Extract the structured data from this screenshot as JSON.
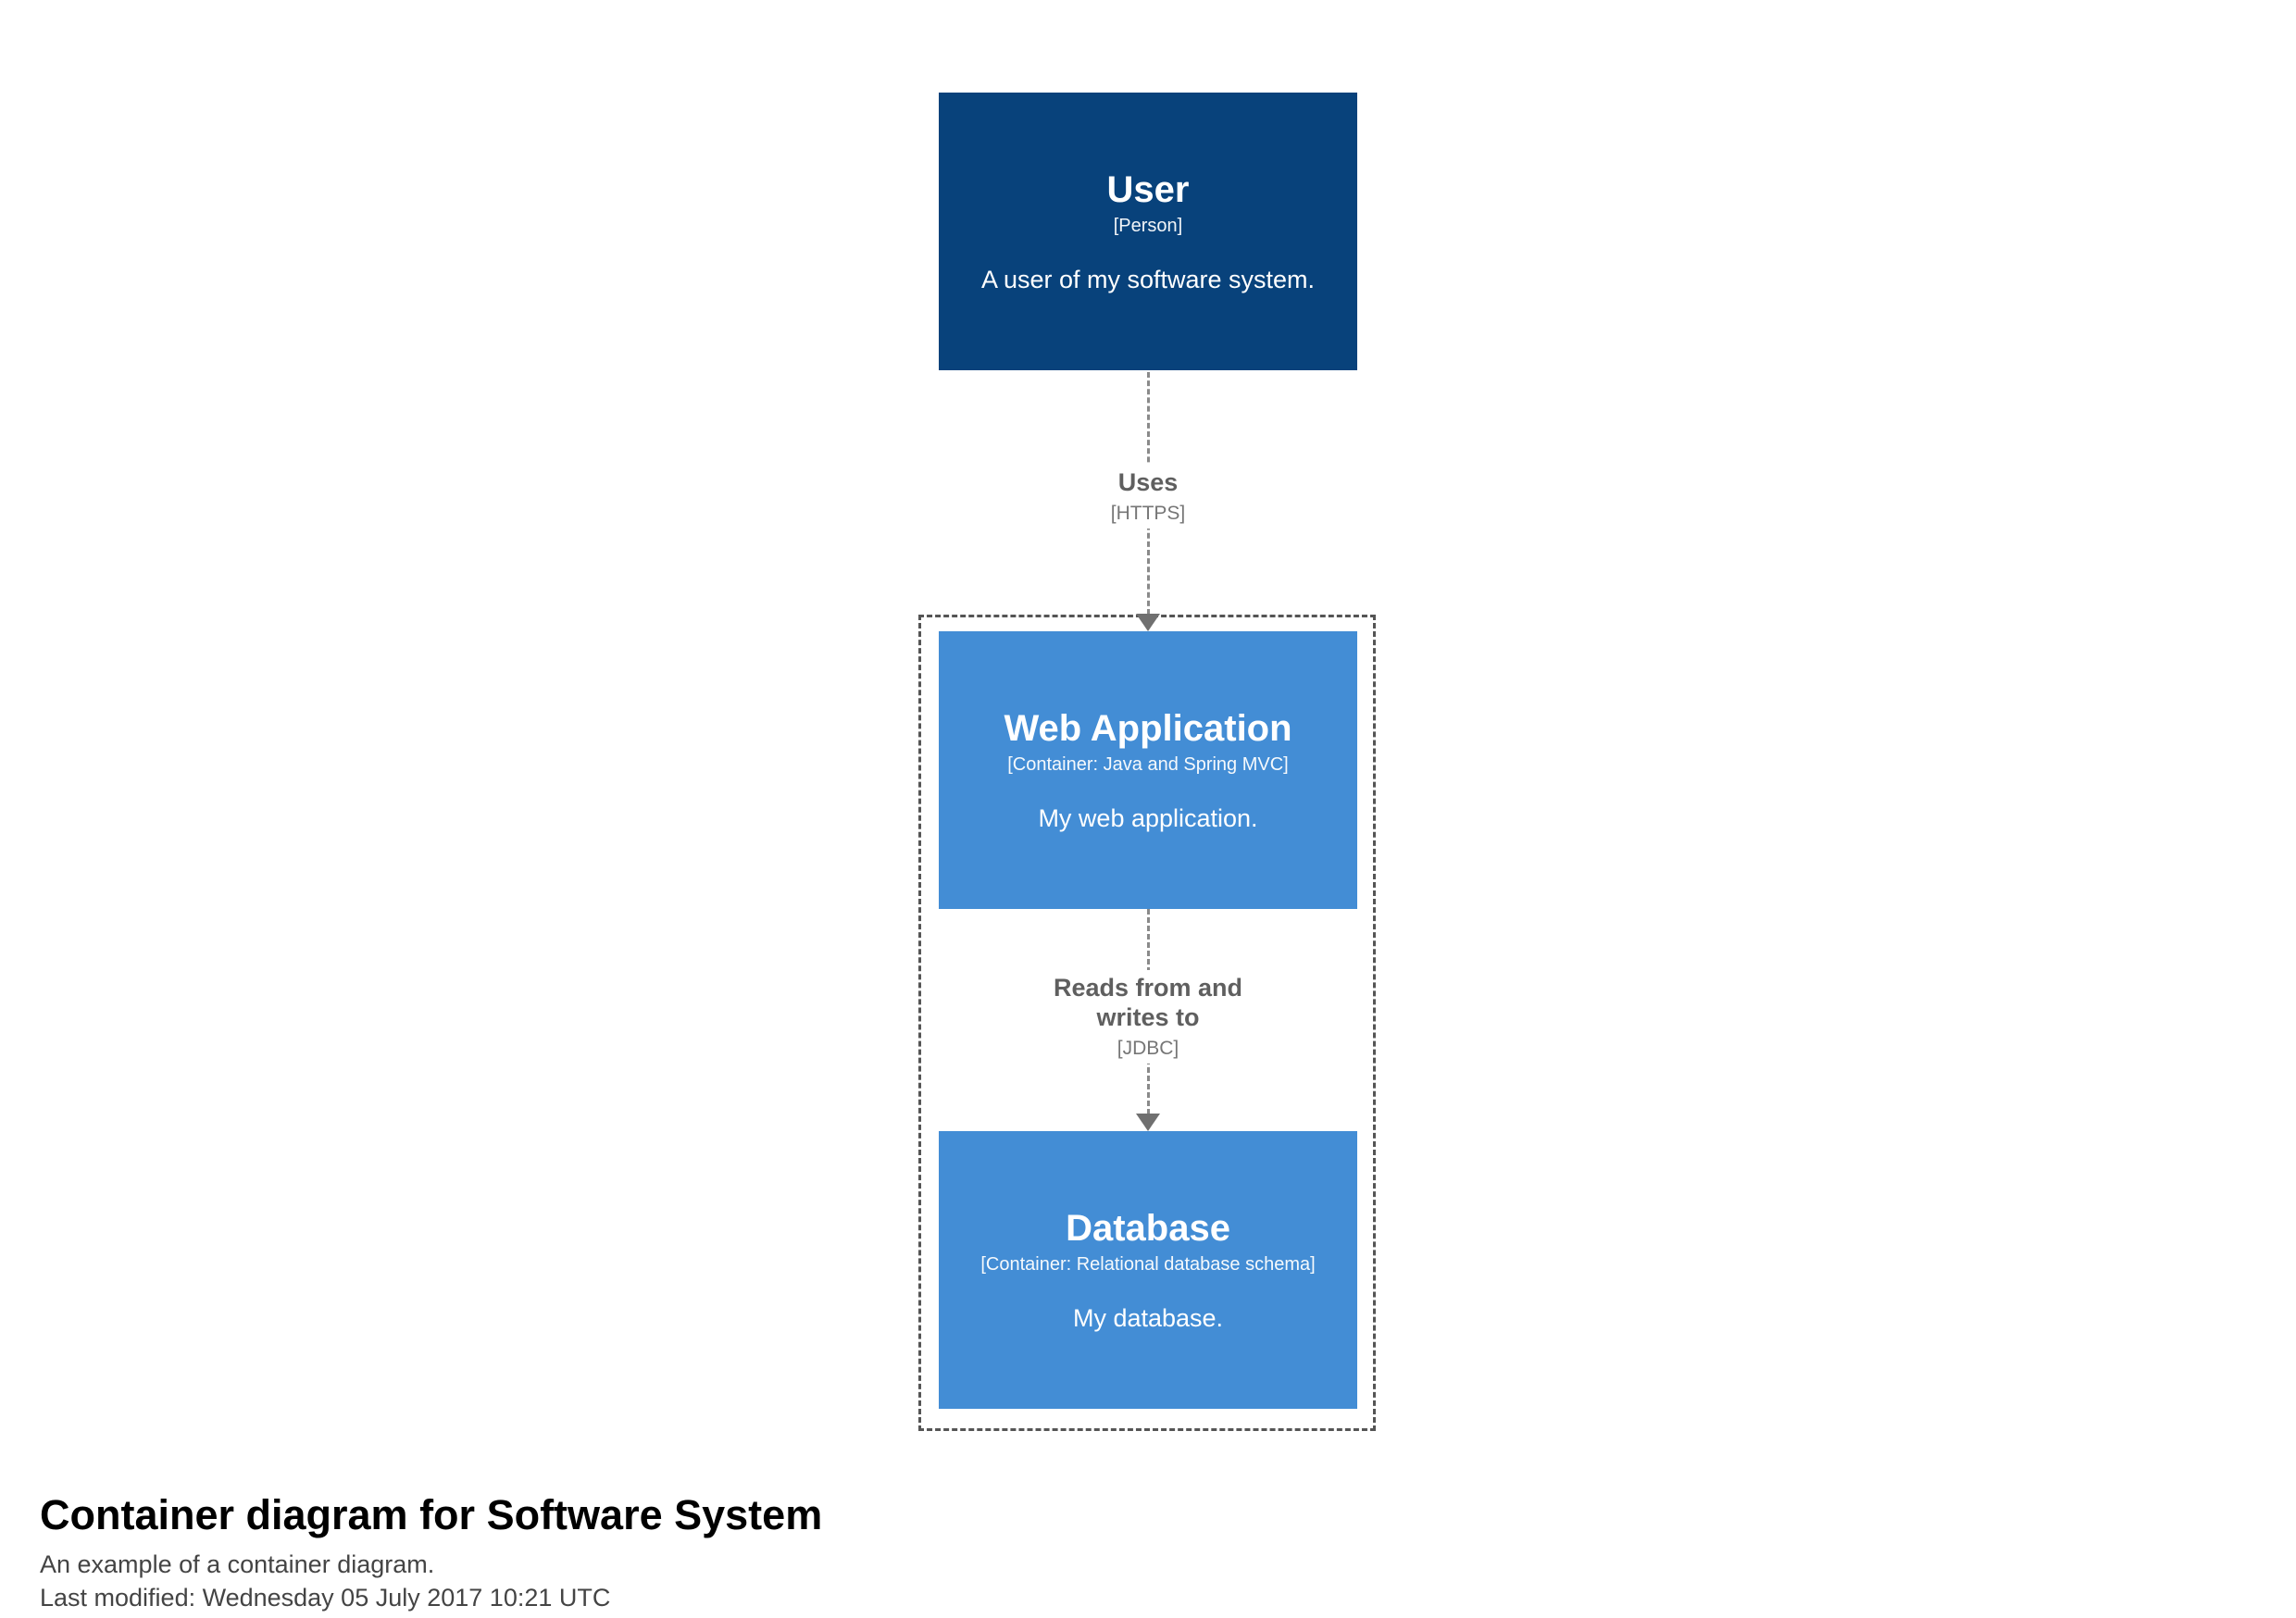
{
  "diagram": {
    "nodes": {
      "user": {
        "title": "User",
        "meta": "[Person]",
        "description": "A user of my software system."
      },
      "web_app": {
        "title": "Web Application",
        "meta": "[Container: Java and Spring MVC]",
        "description": "My web application."
      },
      "database": {
        "title": "Database",
        "meta": "[Container: Relational database schema]",
        "description": "My database."
      }
    },
    "edges": {
      "uses": {
        "label": "Uses",
        "tech": "[HTTPS]"
      },
      "reads_writes": {
        "label": "Reads from and writes to",
        "tech": "[JDBC]"
      }
    }
  },
  "footer": {
    "title": "Container diagram for Software System",
    "subtitle": "An example of a container diagram.",
    "last_modified": "Last modified: Wednesday 05 July 2017 10:21 UTC"
  },
  "colors": {
    "person_bg": "#08427b",
    "container_bg": "#438dd5",
    "edge": "#707070",
    "boundary": "#555555"
  }
}
